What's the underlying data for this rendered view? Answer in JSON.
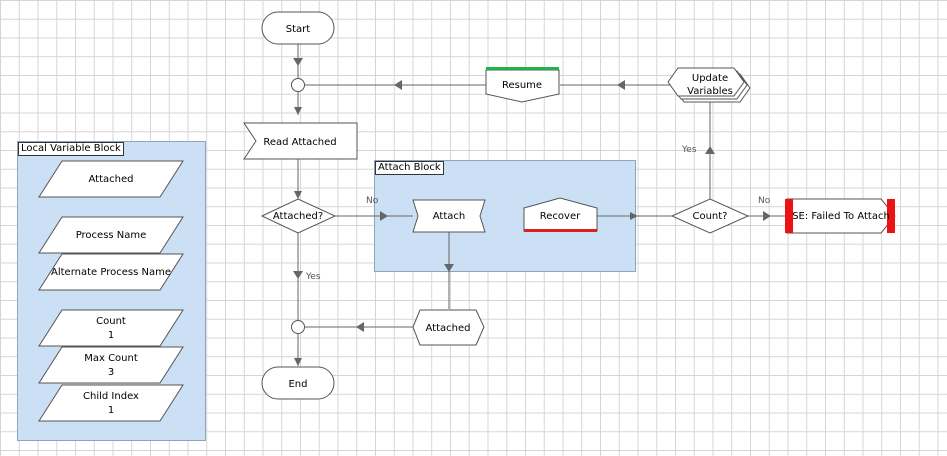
{
  "blocks": {
    "local_variables": {
      "title": "Local Variable Block"
    },
    "attach": {
      "title": "Attach Block"
    }
  },
  "stages": {
    "start": "Start",
    "read_attached": "Read Attached",
    "attached_decision": "Attached?",
    "attach": "Attach",
    "recover": "Recover",
    "count_decision": "Count?",
    "failed_to_attach": "SE: Failed To Attach",
    "update_variables": [
      "Update",
      "Variables"
    ],
    "resume": "Resume",
    "attached_wait": "Attached",
    "end": "End"
  },
  "variables": [
    {
      "name": "Attached",
      "value": ""
    },
    {
      "name": "Process Name",
      "value": ""
    },
    {
      "name": "Alternate Process Name",
      "value": ""
    },
    {
      "name": "Count",
      "value": "1"
    },
    {
      "name": "Max Count",
      "value": "3"
    },
    {
      "name": "Child Index",
      "value": "1"
    }
  ],
  "labels": {
    "no_attached": "No",
    "yes_attached": "Yes",
    "yes_count": "Yes",
    "no_count": "No"
  },
  "colors": {
    "fill_white": "#ffffff",
    "stroke": "#555555",
    "connector": "#666666",
    "resume_bar": "#22b14c",
    "recover_bar": "#e02020",
    "exception_bar": "#ee1111"
  }
}
